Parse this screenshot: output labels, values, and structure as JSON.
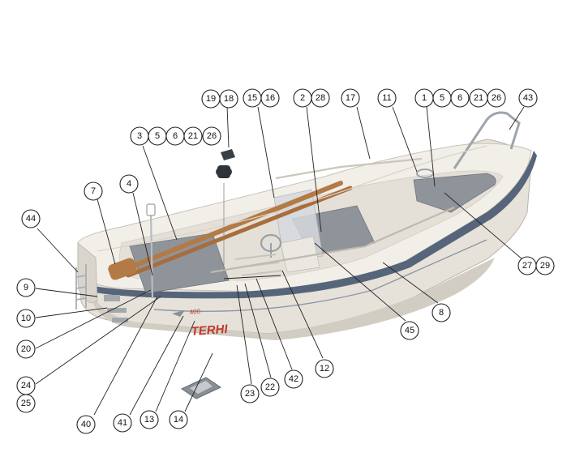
{
  "brand": {
    "hull_name": "TERHI",
    "model": "400"
  },
  "colors": {
    "hull": "#e9e6de",
    "hull_shadow": "#cfcac0",
    "gunwale": "#56657a",
    "stripe": "#3b4a60",
    "seat": "#8f949a",
    "oar": "#b47a45",
    "logo_red": "#c0392b"
  },
  "callouts": [
    {
      "id": "c-19",
      "label": "19"
    },
    {
      "id": "c-18",
      "label": "18"
    },
    {
      "id": "c-15",
      "label": "15"
    },
    {
      "id": "c-16",
      "label": "16"
    },
    {
      "id": "c-2",
      "label": "2"
    },
    {
      "id": "c-28",
      "label": "28"
    },
    {
      "id": "c-17",
      "label": "17"
    },
    {
      "id": "c-11",
      "label": "11"
    },
    {
      "id": "c-1",
      "label": "1"
    },
    {
      "id": "c-5a",
      "label": "5"
    },
    {
      "id": "c-6a",
      "label": "6"
    },
    {
      "id": "c-21a",
      "label": "21"
    },
    {
      "id": "c-26a",
      "label": "26"
    },
    {
      "id": "c-43",
      "label": "43"
    },
    {
      "id": "c-3",
      "label": "3"
    },
    {
      "id": "c-5b",
      "label": "5"
    },
    {
      "id": "c-6b",
      "label": "6"
    },
    {
      "id": "c-21b",
      "label": "21"
    },
    {
      "id": "c-26b",
      "label": "26"
    },
    {
      "id": "c-4",
      "label": "4"
    },
    {
      "id": "c-7",
      "label": "7"
    },
    {
      "id": "c-44",
      "label": "44"
    },
    {
      "id": "c-9",
      "label": "9"
    },
    {
      "id": "c-10",
      "label": "10"
    },
    {
      "id": "c-20",
      "label": "20"
    },
    {
      "id": "c-24",
      "label": "24"
    },
    {
      "id": "c-25",
      "label": "25"
    },
    {
      "id": "c-40",
      "label": "40"
    },
    {
      "id": "c-41",
      "label": "41"
    },
    {
      "id": "c-13",
      "label": "13"
    },
    {
      "id": "c-14",
      "label": "14"
    },
    {
      "id": "c-23",
      "label": "23"
    },
    {
      "id": "c-22",
      "label": "22"
    },
    {
      "id": "c-42",
      "label": "42"
    },
    {
      "id": "c-12",
      "label": "12"
    },
    {
      "id": "c-45",
      "label": "45"
    },
    {
      "id": "c-8",
      "label": "8"
    },
    {
      "id": "c-27",
      "label": "27"
    },
    {
      "id": "c-29",
      "label": "29"
    }
  ]
}
